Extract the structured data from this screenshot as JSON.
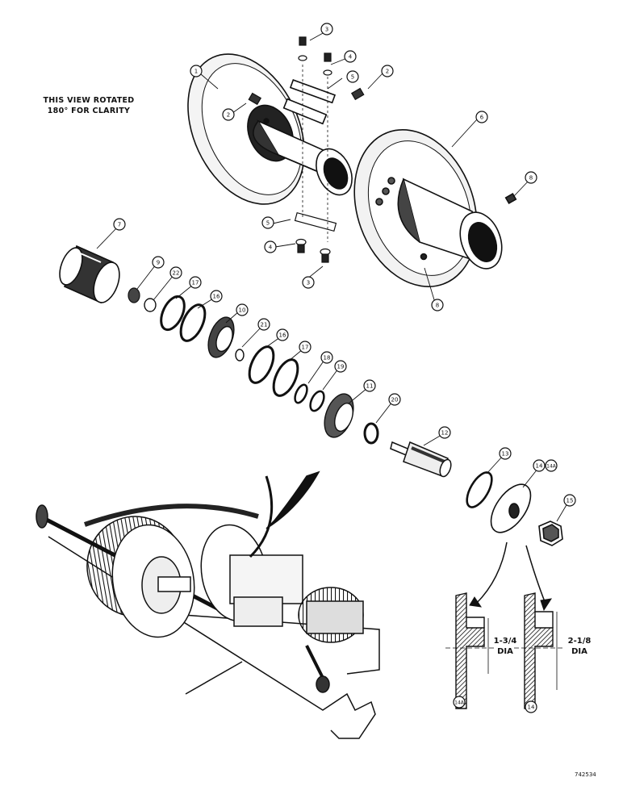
{
  "note": {
    "line1": "THIS VIEW ROTATED",
    "line2": "180° FOR CLARITY"
  },
  "callouts": {
    "c1": "1",
    "c2a": "2",
    "c2b": "2",
    "c3a": "3",
    "c3b": "3",
    "c4a": "4",
    "c4b": "4",
    "c5a": "5",
    "c5b": "5",
    "c6": "6",
    "c7": "7",
    "c8a": "8",
    "c8b": "8",
    "c9": "9",
    "c10": "10",
    "c11": "11",
    "c12": "12",
    "c13": "13",
    "c14": "14",
    "c14a": "14A",
    "c15": "15",
    "c16a": "16",
    "c16b": "16",
    "c17a": "17",
    "c17b": "17",
    "c18": "18",
    "c19": "19",
    "c20": "20",
    "c21": "21",
    "c22": "22",
    "c14a_sec": "14A",
    "c14_sec": "14"
  },
  "section_left": {
    "dim_line1": "1-3/4",
    "dim_line2": "DIA"
  },
  "section_right": {
    "dim_line1": "2-1/8",
    "dim_line2": "DIA"
  },
  "figure_number": "742534"
}
